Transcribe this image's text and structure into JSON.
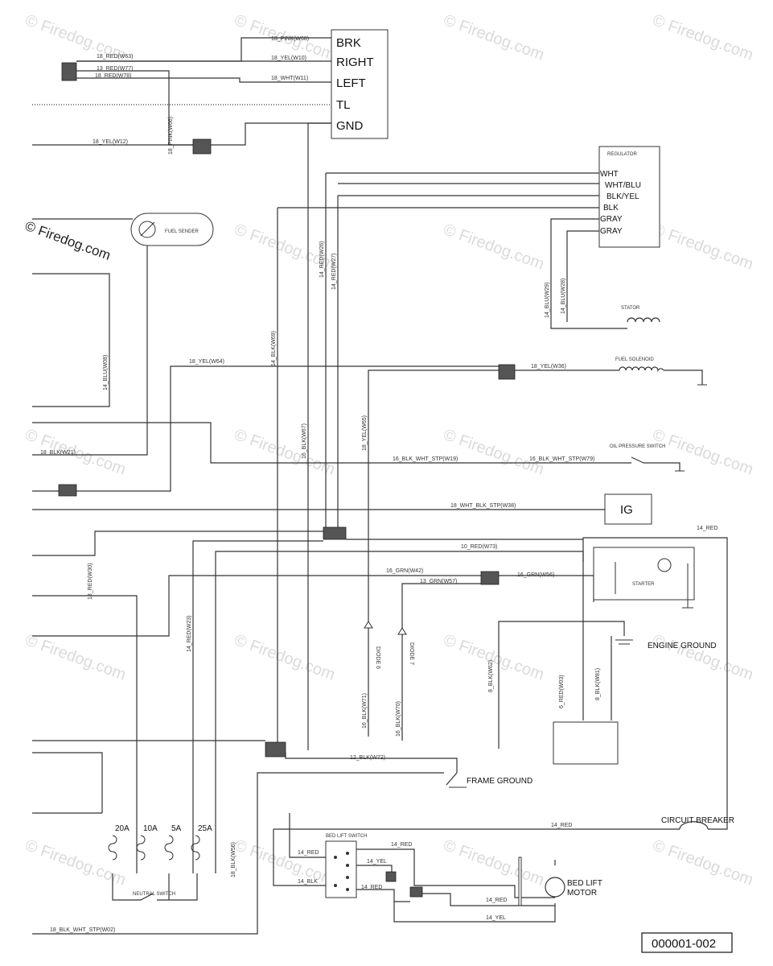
{
  "harness": {
    "brk": "BRK",
    "right": "RIGHT",
    "left": "LEFT",
    "tl": "TL",
    "gnd": "GND"
  },
  "regulator": {
    "title": "REGULATOR",
    "wht": "WHT",
    "wht_blu": "WHT/BLU",
    "blk_yel": "BLK/YEL",
    "blk": "BLK",
    "gray1": "GRAY",
    "gray2": "GRAY"
  },
  "components": {
    "fuel_sender": "FUEL SENDER",
    "stator": "STATOR",
    "fuel_solenoid": "FUEL SOLENOID",
    "oil_pressure_switch": "OIL PRESSURE SWITCH",
    "ig": "IG",
    "starter": "STARTER",
    "engine_ground": "ENGINE GROUND",
    "frame_ground": "FRAME GROUND",
    "circuit_breaker": "CIRCUIT BREAKER",
    "bed_lift_switch": "BED LIFT SWITCH",
    "bed_lift_motor_1": "BED LIFT",
    "bed_lift_motor_2": "MOTOR",
    "neutral_switch": "NEUTRAL SWITCH",
    "diode6": "DIODE 6",
    "diode7": "DIODE 7"
  },
  "fuses": [
    "20A",
    "10A",
    "5A",
    "25A"
  ],
  "wires": {
    "w68": "18_PINK(W68)",
    "w63": "18_RED(W63)",
    "w10": "18_YEL(W10)",
    "w77": "13_RED(W77)",
    "w78": "18_RED(W78)",
    "w11": "18_WHT(W11)",
    "w66": "18_PINK(W66)",
    "w12": "18_YEL(W12)",
    "w26": "14_RED(W26)",
    "w27": "14_RED(W27)",
    "w69": "14_BLK(W69)",
    "w29": "14_BLU(W29)",
    "w28": "14_BLU(W28)",
    "w08": "14_BLU(W08)",
    "w64": "18_YEL(W64)",
    "w36": "18_YEL(W36)",
    "w67": "16_BLK(W67)",
    "w65": "18_YEL(W65)",
    "w21": "18_BLK(W21)",
    "w19": "16_BLK_WHT_STP(W19)",
    "w79": "16_BLK_WHT_STP(W79)",
    "w38": "18_WHT_BLK_STP(W38)",
    "red14": "14_RED",
    "w73": "10_RED(W73)",
    "w30": "18_RED(W30)",
    "w42": "16_GRN(W42)",
    "w56": "16_GRN(W56)",
    "w57": "13_GRN(W57)",
    "w23": "14_RED(W23)",
    "w62": "8_BLK(W62)",
    "w03": "6_RED(W03)",
    "w81": "8_BLK(W81)",
    "w71": "16_BLK(W71)",
    "w70": "16_BLK(W70)",
    "w72": "12_BLK(W72)",
    "cb_red": "14_RED",
    "bl_red_a": "14_RED",
    "bl_red_b": "14_RED",
    "bl_yel": "14_YEL",
    "bl_blk": "14_BLK",
    "bl_red_c": "14_RED",
    "m_red": "14_RED",
    "m_yel": "14_YEL",
    "w56b": "18_BLK(W56)",
    "w02": "18_BLK_WHT_STP(W02)"
  },
  "watermark": "© Firedog.com",
  "copyright": "© Firedog.com",
  "part_number": "000001-002"
}
